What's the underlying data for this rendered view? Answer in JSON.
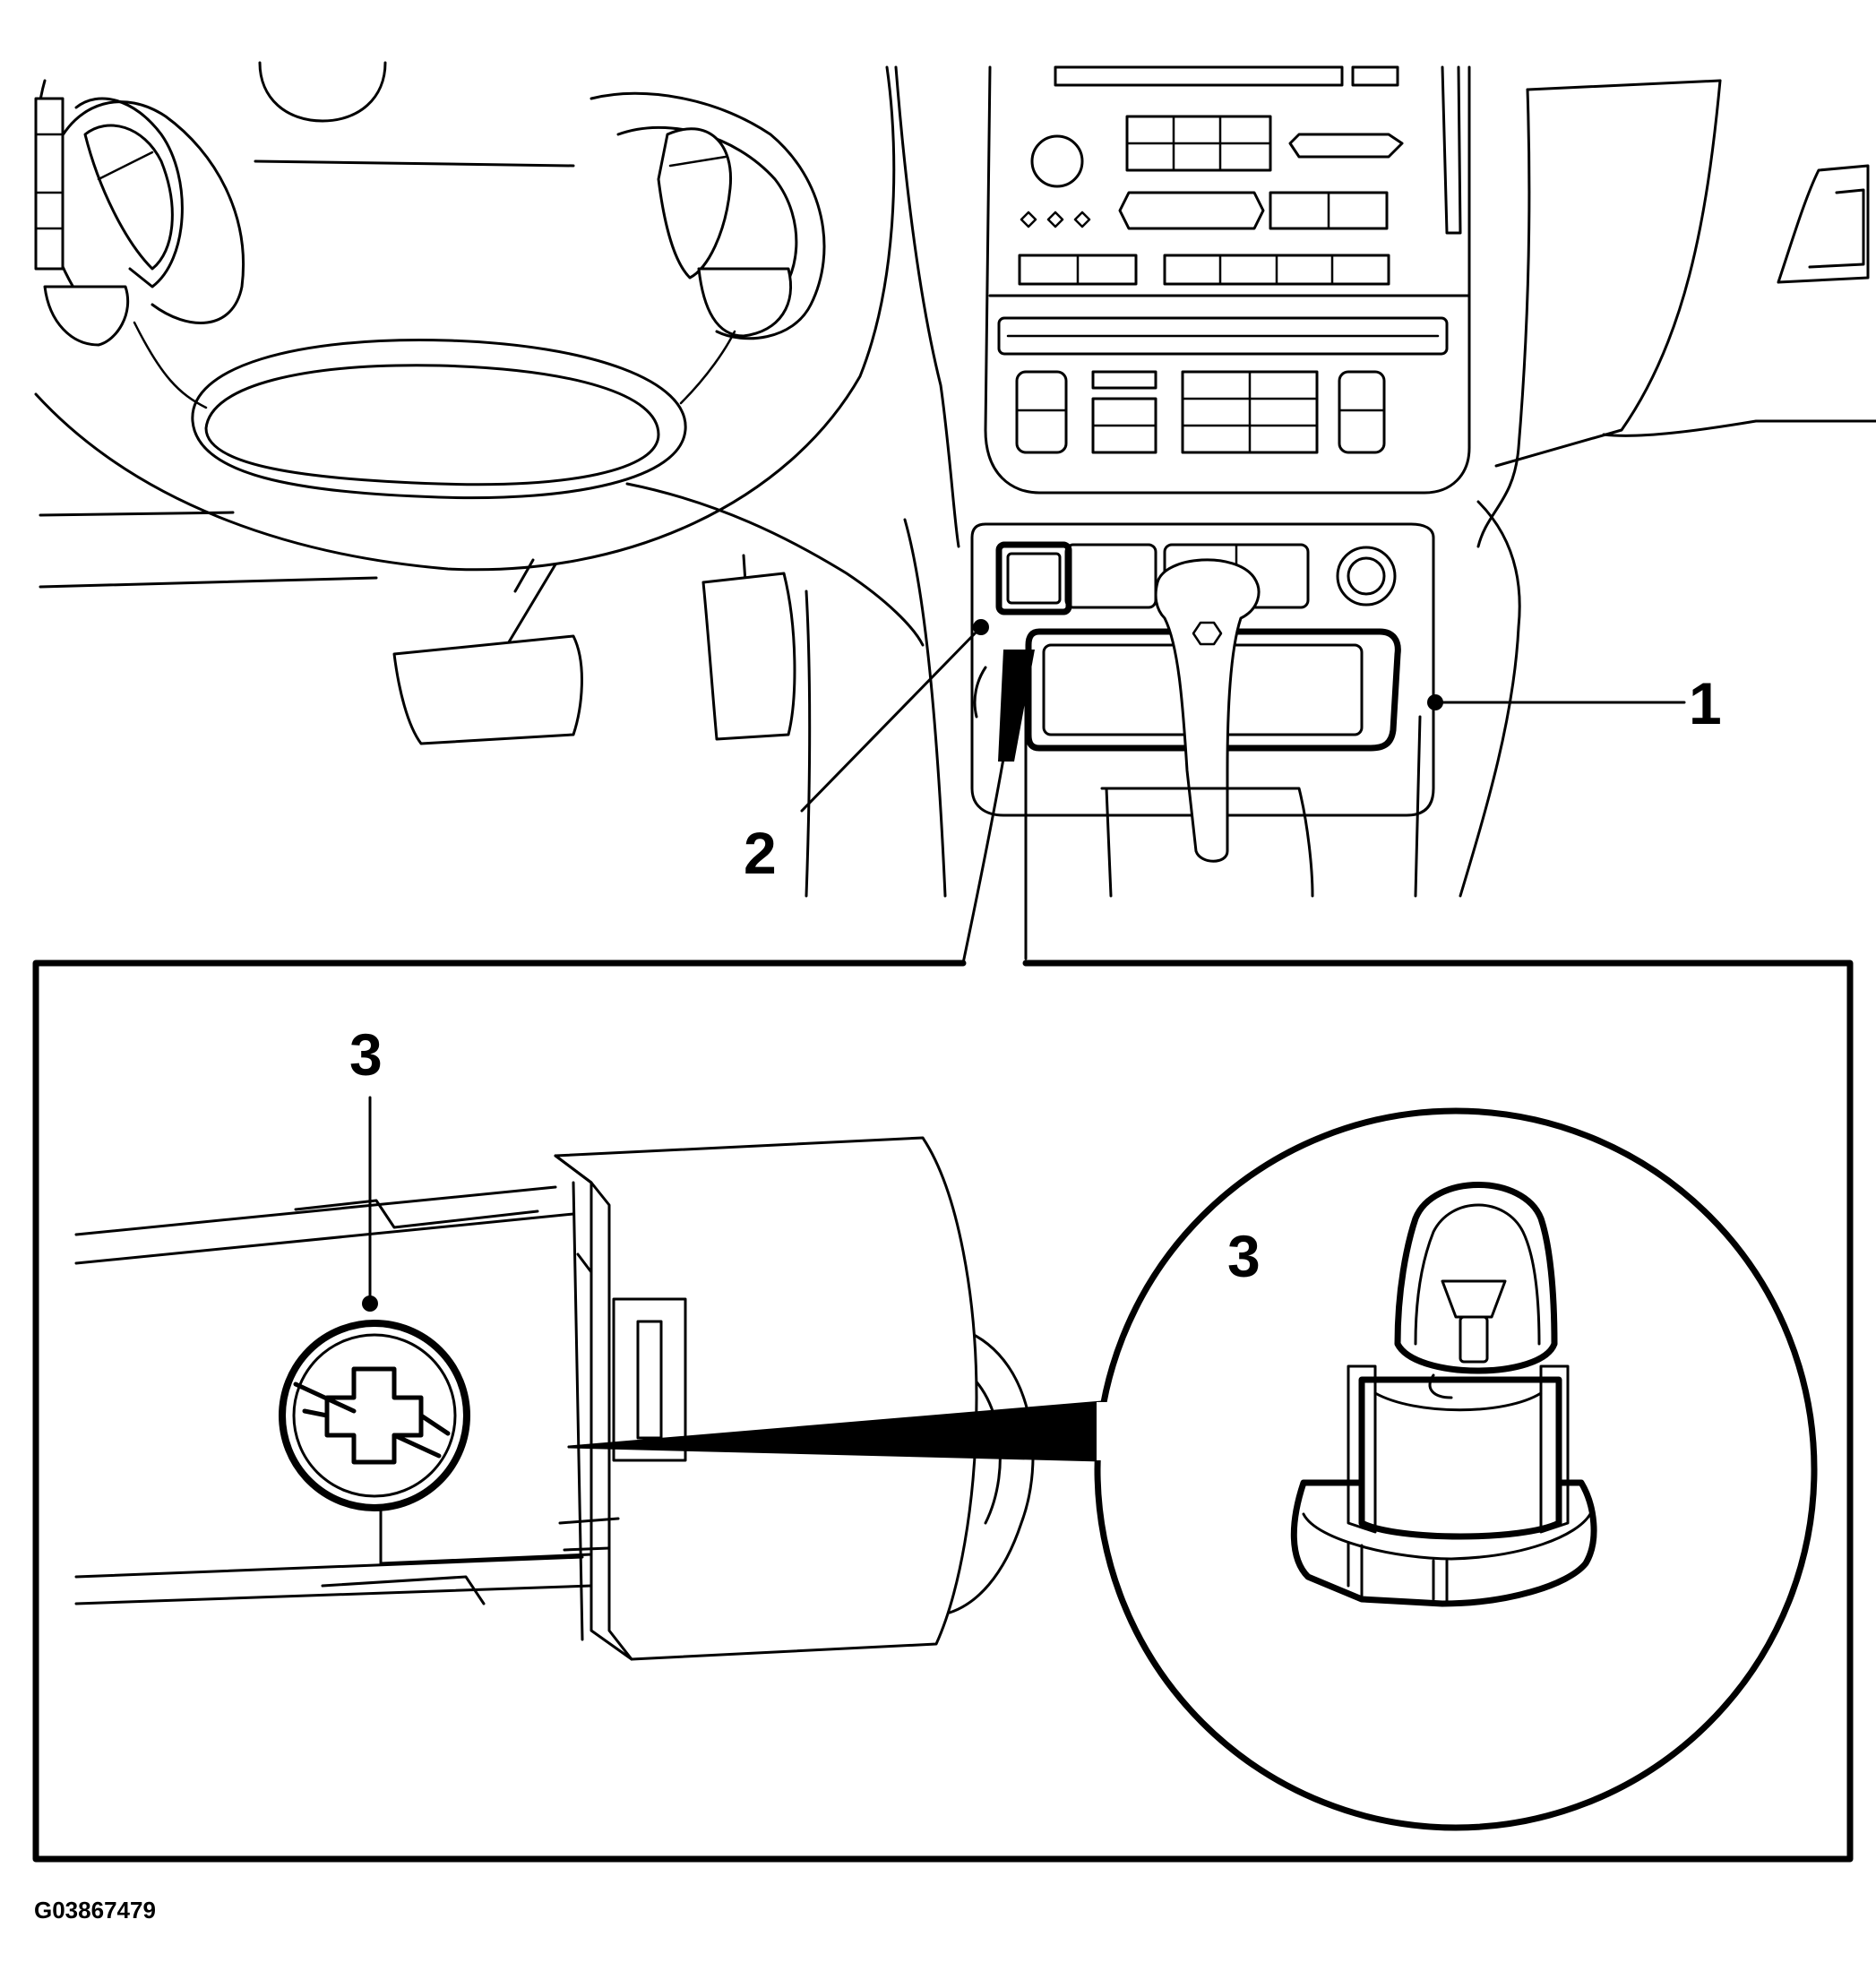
{
  "callouts": {
    "c1": "1",
    "c2": "2",
    "c3_inset": "3",
    "c3_detail": "3"
  },
  "figure_id": "G03867479",
  "colors": {
    "line": "#000000",
    "background": "#ffffff"
  }
}
